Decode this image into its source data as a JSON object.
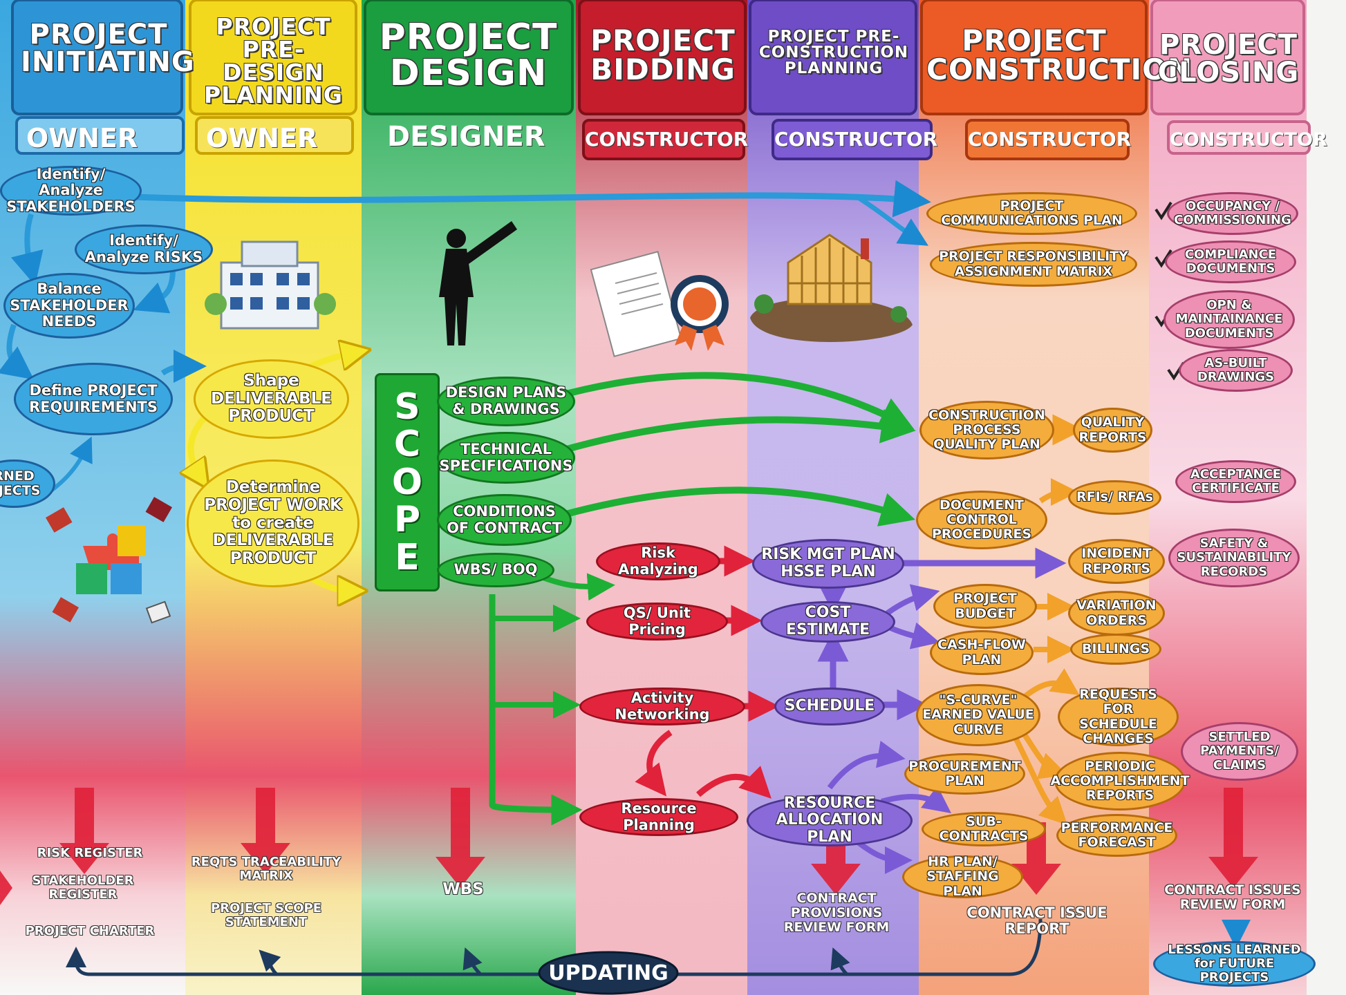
{
  "columns": [
    {
      "title": "PROJECT INITIATING",
      "role": "OWNER",
      "color": "#4fb8e8"
    },
    {
      "title": "PROJECT PRE-DESIGN PLANNING",
      "role": "OWNER",
      "color": "#f7e43b"
    },
    {
      "title": "PROJECT DESIGN",
      "role": "DESIGNER",
      "color": "#22b04b"
    },
    {
      "title": "PROJECT BIDDING",
      "role": "CONSTRUCTOR",
      "color": "#c3202e"
    },
    {
      "title": "PROJECT PRE-CONSTRUCTION PLANNING",
      "role": "CONSTRUCTOR",
      "color": "#7a55c8"
    },
    {
      "title": "PROJECT CONSTRUCTION",
      "role": "CONSTRUCTOR",
      "color": "#ef6b2d"
    },
    {
      "title": "PROJECT CLOSING",
      "role": "CONSTRUCTOR",
      "color": "#f08fb0"
    }
  ],
  "initiating": {
    "stakeholders": "Identify/ Analyze STAKEHOLDERS",
    "risks": "Identify/ Analyze RISKS",
    "balance": "Balance STAKEHOLDER NEEDS",
    "requirements": "Define PROJECT REQUIREMENTS",
    "lessons_partial": "RNED OJECTS"
  },
  "predesign": {
    "shape": "Shape DELIVERABLE PRODUCT",
    "determine": "Determine PROJECT WORK to create DELIVERABLE PRODUCT"
  },
  "design": {
    "scope_letters": [
      "S",
      "C",
      "O",
      "P",
      "E"
    ],
    "items": [
      "DESIGN PLANS & DRAWINGS",
      "TECHNICAL SPECIFICATIONS",
      "CONDITIONS OF CONTRACT",
      "WBS/ BOQ"
    ]
  },
  "bidding": {
    "items": [
      "Risk Analyzing",
      "QS/ Unit Pricing",
      "Activity Networking",
      "Resource Planning"
    ]
  },
  "preconstruction": {
    "risk_plan": "RISK MGT PLAN HSSE PLAN",
    "cost_estimate": "COST ESTIMATE",
    "schedule": "SCHEDULE",
    "resource": "RESOURCE ALLOCATION PLAN"
  },
  "construction": {
    "comm_plan": "PROJECT COMMUNICATIONS PLAN",
    "resp_matrix": "PROJECT RESPONSIBILITY ASSIGNMENT MATRIX",
    "quality_plan": "CONSTRUCTION PROCESS QUALITY PLAN",
    "quality_reports": "QUALITY REPORTS",
    "doc_control": "DOCUMENT CONTROL PROCEDURES",
    "rfis": "RFIs/ RFAs",
    "incident": "INCIDENT REPORTS",
    "budget": "PROJECT BUDGET",
    "variation": "VARIATION ORDERS",
    "cashflow": "CASH-FLOW PLAN",
    "billings": "BILLINGS",
    "scurve": "\"S-CURVE\" EARNED VALUE CURVE",
    "requests": "REQUESTS FOR SCHEDULE CHANGES",
    "procurement": "PROCUREMENT PLAN",
    "periodic": "PERIODIC ACCOMPLISHMENT REPORTS",
    "subcontracts": "SUB-CONTRACTS",
    "performance": "PERFORMANCE FORECAST",
    "hrplan": "HR PLAN/ STAFFING PLAN"
  },
  "closing": {
    "occupancy": "OCCUPANCY / COMMISSIONING",
    "compliance": "COMPLIANCE DOCUMENTS",
    "opn": "OPN & MAINTAINANCE DOCUMENTS",
    "asbuilt": "AS-BUILT DRAWINGS",
    "acceptance": "ACCEPTANCE CERTIFICATE",
    "safety": "SAFETY & SUSTAINABILITY RECORDS",
    "settled": "SETTLED PAYMENTS/ CLAIMS"
  },
  "outputs": {
    "initiating": [
      "RISK REGISTER",
      "STAKEHOLDER REGISTER",
      "PROJECT CHARTER"
    ],
    "predesign": [
      "REQTS TRACEABILITY MATRIX",
      "PROJECT SCOPE STATEMENT"
    ],
    "design": "WBS",
    "preconstruction": "CONTRACT PROVISIONS REVIEW FORM",
    "construction": "CONTRACT ISSUE REPORT",
    "closing": "CONTRACT ISSUES REVIEW FORM",
    "lessons": "LESSONS LEARNED for FUTURE PROJECTS"
  },
  "updating": "UPDATING"
}
